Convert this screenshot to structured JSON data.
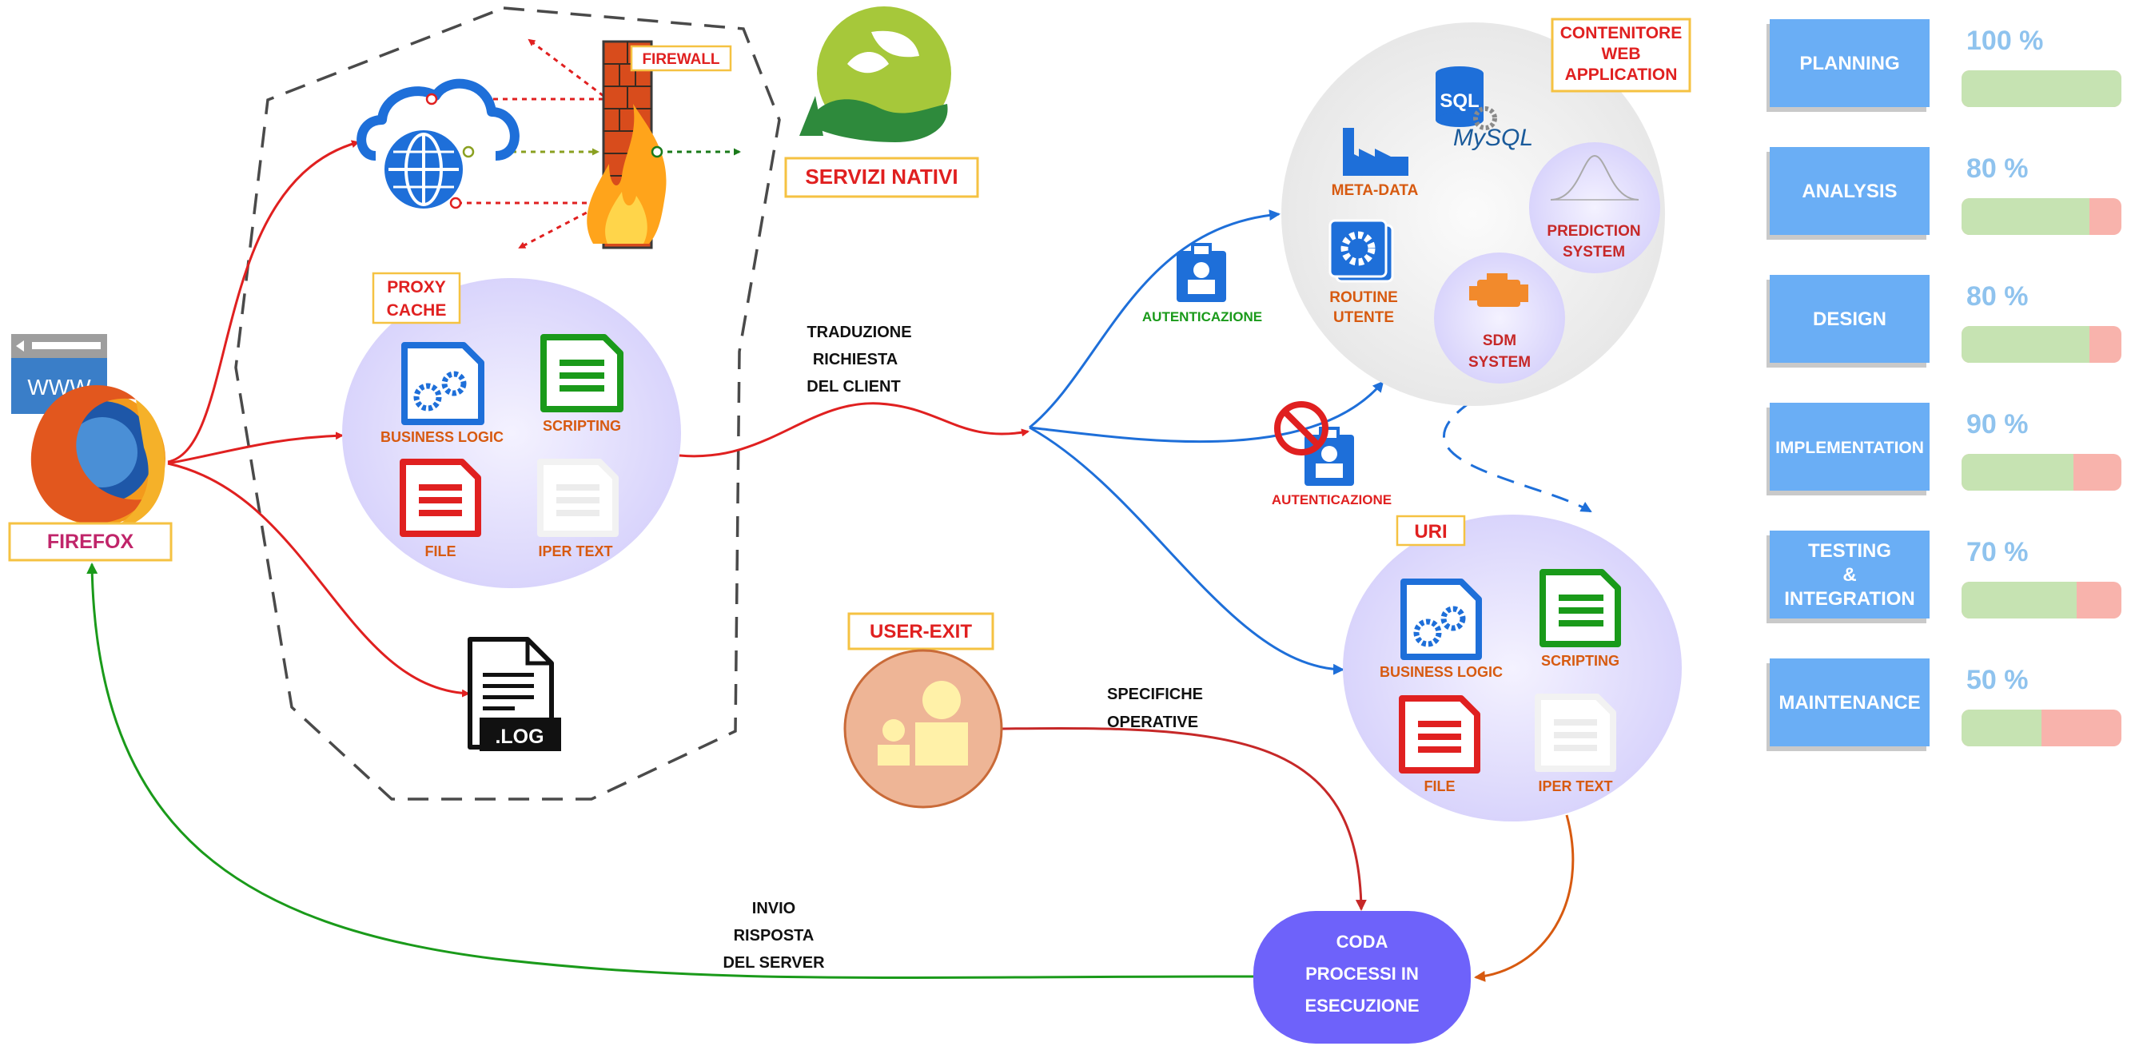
{
  "browser": {
    "www_label": "WWW",
    "label": "FIREFOX"
  },
  "firewall": {
    "label": "FIREWALL"
  },
  "native_services": {
    "label": "SERVIZI  NATIVI"
  },
  "proxy": {
    "label_line1": "PROXY",
    "label_line2": "CACHE",
    "items": [
      "BUSINESS  LOGIC",
      "SCRIPTING",
      "FILE",
      "IPER TEXT"
    ]
  },
  "log": {
    "label": ".LOG"
  },
  "flow_labels": {
    "translation": [
      "TRADUZIONE",
      "RICHIESTA",
      "DEL CLIENT"
    ],
    "specs": [
      "SPECIFICHE",
      "OPERATIVE"
    ],
    "response": [
      "INVIO",
      "RISPOSTA",
      "DEL SERVER"
    ]
  },
  "auth": {
    "ok_label": "AUTENTICAZIONE",
    "denied_label": "AUTENTICAZIONE"
  },
  "user_exit": {
    "label": "USER-EXIT"
  },
  "web_container": {
    "label_lines": [
      "CONTENITORE",
      "WEB",
      "APPLICATION"
    ],
    "sql_label": "SQL",
    "mysql_label": "MySQL",
    "metadata_label": "META-DATA",
    "routine_lines": [
      "ROUTINE",
      "UTENTE"
    ],
    "prediction_lines": [
      "PREDICTION",
      "SYSTEM"
    ],
    "sdm_lines": [
      "SDM",
      "SYSTEM"
    ]
  },
  "uri": {
    "label": "URI",
    "items": [
      "BUSINESS  LOGIC",
      "SCRIPTING",
      "FILE",
      "IPER TEXT"
    ]
  },
  "queue": {
    "label_lines": [
      "CODA",
      "PROCESSI IN",
      "ESECUZIONE"
    ]
  },
  "phases": [
    {
      "name_lines": [
        "PLANNING"
      ],
      "percent_label": "100 %",
      "progress": 1.0
    },
    {
      "name_lines": [
        "ANALYSIS"
      ],
      "percent_label": "80 %",
      "progress": 0.8
    },
    {
      "name_lines": [
        "DESIGN"
      ],
      "percent_label": "80 %",
      "progress": 0.8
    },
    {
      "name_lines": [
        "IMPLEMENTATION"
      ],
      "percent_label": "90 %",
      "progress": 0.7
    },
    {
      "name_lines": [
        "TESTING",
        "&",
        "INTEGRATION"
      ],
      "percent_label": "70 %",
      "progress": 0.72
    },
    {
      "name_lines": [
        "MAINTENANCE"
      ],
      "percent_label": "50 %",
      "progress": 0.5
    }
  ],
  "colors": {
    "red_flow": "#e02020",
    "blue_flow": "#1e6fd9",
    "green_flow": "#1a9a1a",
    "orange_flow": "#d75a10",
    "phase_box": "#6aaef5",
    "percent_text": "#8fc3ee",
    "bar_green": "#c6e3b2",
    "bar_red": "#f8b3ac",
    "queue": "#6e62fa"
  }
}
